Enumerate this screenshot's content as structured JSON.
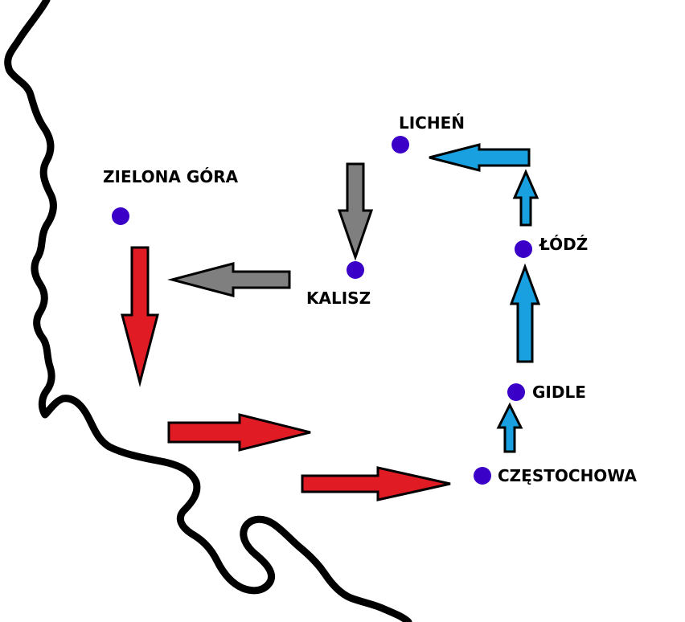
{
  "map": {
    "colors": {
      "border": "#000000",
      "city_dot": "#3a00c8",
      "route_red": "#e01b24",
      "route_blue": "#19a0e0",
      "route_gray": "#7f7f7f",
      "arrow_outline": "#000000"
    },
    "cities": [
      {
        "id": "zielona-gora",
        "name": "ZIELONA GÓRA"
      },
      {
        "id": "kalisz",
        "name": "KALISZ"
      },
      {
        "id": "lichen",
        "name": "LICHEŃ"
      },
      {
        "id": "lodz",
        "name": "ŁÓDŹ"
      },
      {
        "id": "gidle",
        "name": "GIDLE"
      },
      {
        "id": "czestochowa",
        "name": "CZĘSTOCHOWA"
      }
    ],
    "routes": [
      {
        "id": "zg-south",
        "color": "red",
        "direction": "south"
      },
      {
        "id": "south-east-1",
        "color": "red",
        "direction": "east"
      },
      {
        "id": "to-czestochowa",
        "color": "red",
        "direction": "east",
        "to": "CZĘSTOCHOWA"
      },
      {
        "id": "czestochowa-gidle",
        "color": "blue",
        "direction": "north",
        "from": "CZĘSTOCHOWA",
        "to": "GIDLE"
      },
      {
        "id": "gidle-lodz",
        "color": "blue",
        "direction": "north",
        "from": "GIDLE",
        "to": "ŁÓDŹ"
      },
      {
        "id": "lodz-north",
        "color": "blue",
        "direction": "north",
        "from": "ŁÓDŹ"
      },
      {
        "id": "to-lichen",
        "color": "blue",
        "direction": "west",
        "to": "LICHEŃ"
      },
      {
        "id": "lichen-kalisz",
        "color": "gray",
        "direction": "south",
        "from": "LICHEŃ",
        "to": "KALISZ"
      },
      {
        "id": "kalisz-west",
        "color": "gray",
        "direction": "west",
        "from": "KALISZ"
      }
    ]
  }
}
